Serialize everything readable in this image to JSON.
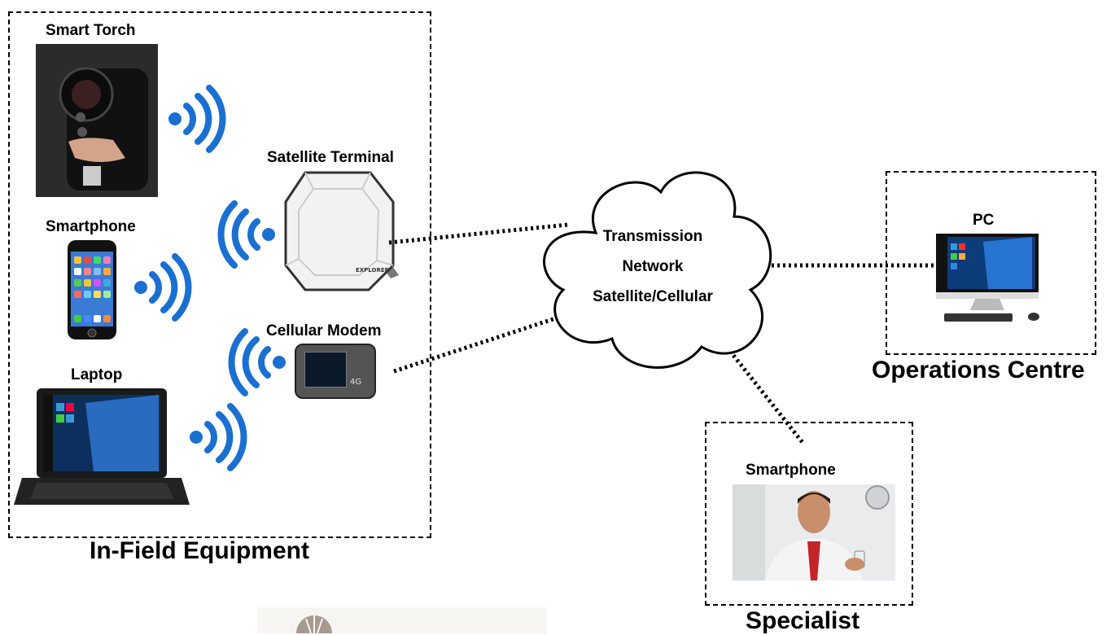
{
  "in_field": {
    "title": "In-Field Equipment",
    "smart_torch_label": "Smart Torch",
    "smartphone_label": "Smartphone",
    "laptop_label": "Laptop",
    "satellite_label": "Satellite Terminal",
    "modem_label": "Cellular Modem",
    "modem_screen_text": "4G",
    "satellite_brand": "EXPLORER"
  },
  "network": {
    "line1": "Transmission",
    "line2": "Network",
    "line3": "Satellite/Cellular"
  },
  "operations": {
    "title": "Operations Centre",
    "pc_label": "PC"
  },
  "specialist": {
    "title": "Specialist",
    "smartphone_label": "Smartphone"
  },
  "colors": {
    "wifi": "#1b6fd1",
    "dash": "#000000"
  }
}
